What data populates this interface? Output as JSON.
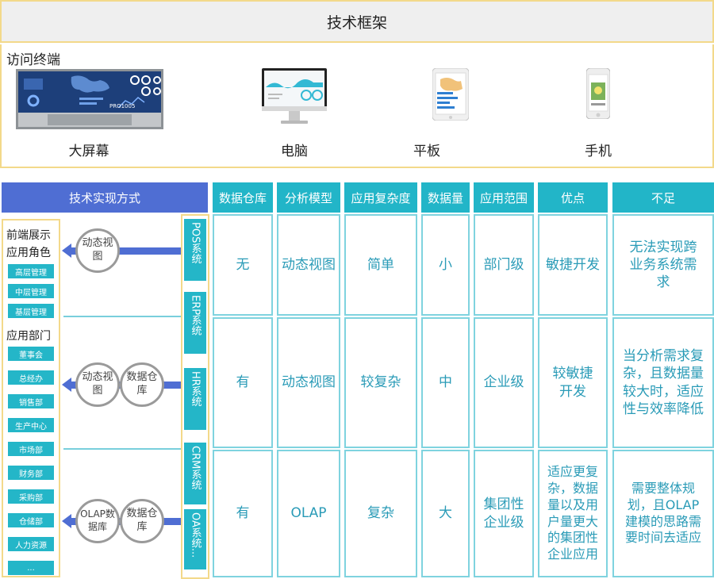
{
  "title": "技术框架",
  "access": {
    "label": "访问终端",
    "devices": [
      {
        "label": "大屏幕",
        "icon": "large-screen-icon"
      },
      {
        "label": "电脑",
        "icon": "monitor-icon"
      },
      {
        "label": "平板",
        "icon": "tablet-icon"
      },
      {
        "label": "手机",
        "icon": "phone-icon"
      }
    ],
    "screen_text": "PRO1005"
  },
  "headers": [
    "技术实现方式",
    "数据仓库",
    "分析模型",
    "应用复杂度",
    "数据量",
    "应用范围",
    "优点",
    "不足"
  ],
  "rows": [
    {
      "warehouse": "无",
      "model": "动态视图",
      "complexity": "简单",
      "volume": "小",
      "scope": "部门级",
      "pros": "敏捷开发",
      "cons": "无法实现跨业务系统需求"
    },
    {
      "warehouse": "有",
      "model": "动态视图",
      "complexity": "较复杂",
      "volume": "中",
      "scope": "企业级",
      "pros": "较敏捷开发",
      "cons": "当分析需求复杂，且数据量较大时，适应性与效率降低"
    },
    {
      "warehouse": "有",
      "model": "OLAP",
      "complexity": "复杂",
      "volume": "大",
      "scope": "集团性企业级",
      "pros": "适应更复杂，数据量以及用户量更大的集团性企业应用",
      "cons": "需要整体规划，且OLAP建模的思路需要时间去适应"
    }
  ],
  "left": {
    "group1_title": "前端展示",
    "group1_sub": "应用角色",
    "roles": [
      "高层管理",
      "中层管理",
      "基层管理"
    ],
    "group2_title": "应用部门",
    "departments": [
      "董事会",
      "总经办",
      "销售部",
      "生产中心",
      "市场部",
      "财务部",
      "采购部",
      "仓储部",
      "人力资源",
      "..."
    ]
  },
  "circles": {
    "dynamic_view": "动态视图",
    "warehouse": "数据仓库",
    "olap": "OLAP数据库"
  },
  "systems": [
    "POS系统",
    "ERP系统",
    "HR系统",
    "CRM系统",
    "OA系统..."
  ]
}
